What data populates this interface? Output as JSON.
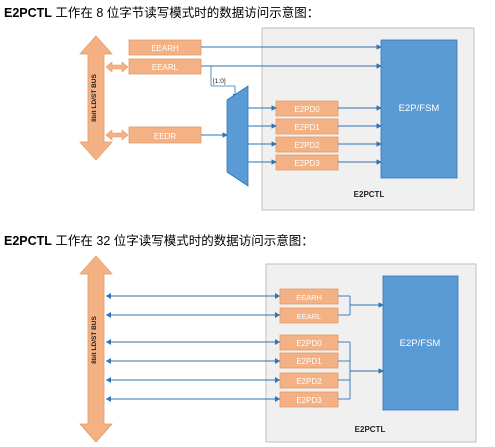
{
  "diagram1": {
    "title_prefix": "E2PCTL",
    "title_text": " 工作在 8 位字节读写模式时的数据访问示意图：",
    "bus_label": "8bit LD/ST BUS",
    "reg_labels": [
      "EEARH",
      "EEARL",
      "EEDR"
    ],
    "bit_label": "[1:0]",
    "pd_labels": [
      "E2PD0",
      "E2PD1",
      "E2PD2",
      "E2PD3"
    ],
    "fsm_label": "E2P/FSM",
    "ctl_label": "E2PCTL"
  },
  "diagram2": {
    "title_prefix": "E2PCTL",
    "title_text": " 工作在 32 位字读写模式时的数据访问示意图：",
    "bus_label": "8bit LD/ST BUS",
    "reg_labels": [
      "EEARH",
      "EEARL"
    ],
    "pd_labels": [
      "E2PD0",
      "E2PD1",
      "E2PD2",
      "E2PD3"
    ],
    "fsm_label": "E2P/FSM",
    "ctl_label": "E2PCTL"
  },
  "colors": {
    "orange": "#F4B183",
    "orange_edge": "#E39B6B",
    "blue": "#5B9BD5",
    "blue_dark": "#2E75B6",
    "panel": "#F0F0F0",
    "panel_edge": "#BFBFBF"
  }
}
